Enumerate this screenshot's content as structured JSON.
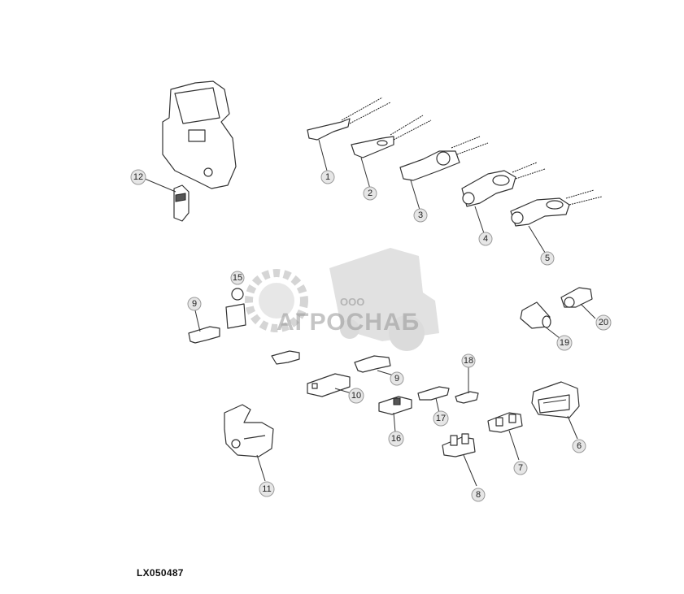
{
  "diagram": {
    "code": "LX050487",
    "watermark": {
      "company_prefix": "ООО",
      "company_name": "АГРОСНАБ"
    },
    "callouts": [
      {
        "id": "callout-1",
        "label": "1"
      },
      {
        "id": "callout-2",
        "label": "2"
      },
      {
        "id": "callout-3",
        "label": "3"
      },
      {
        "id": "callout-4",
        "label": "4"
      },
      {
        "id": "callout-5",
        "label": "5"
      },
      {
        "id": "callout-6",
        "label": "6"
      },
      {
        "id": "callout-7",
        "label": "7"
      },
      {
        "id": "callout-8",
        "label": "8"
      },
      {
        "id": "callout-9a",
        "label": "9"
      },
      {
        "id": "callout-9b",
        "label": "9"
      },
      {
        "id": "callout-10",
        "label": "10"
      },
      {
        "id": "callout-11",
        "label": "11"
      },
      {
        "id": "callout-12",
        "label": "12"
      },
      {
        "id": "callout-15",
        "label": "15"
      },
      {
        "id": "callout-16",
        "label": "16"
      },
      {
        "id": "callout-17",
        "label": "17"
      },
      {
        "id": "callout-18",
        "label": "18"
      },
      {
        "id": "callout-19",
        "label": "19"
      },
      {
        "id": "callout-20",
        "label": "20"
      }
    ]
  }
}
